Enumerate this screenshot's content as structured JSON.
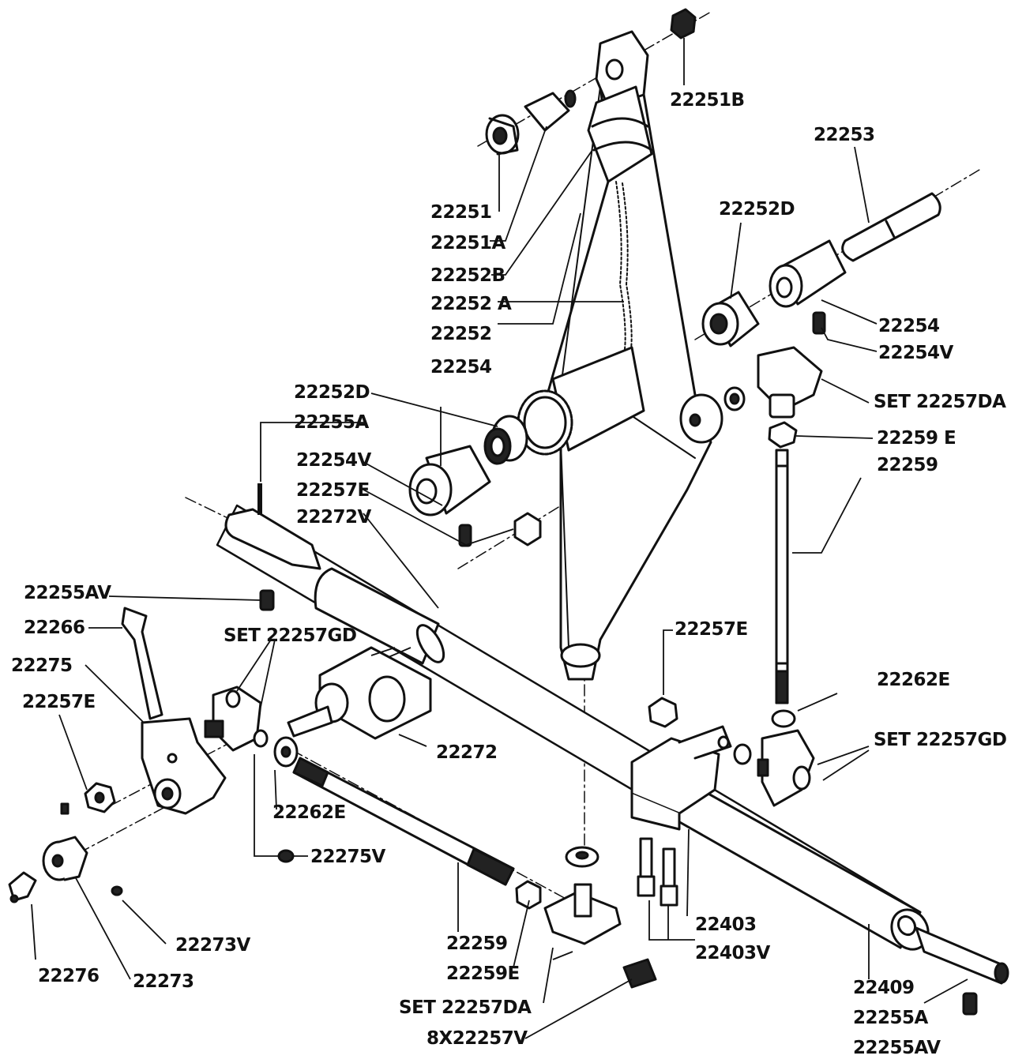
{
  "diagram": {
    "labels": {
      "p22251B": "22251B",
      "p22253": "22253",
      "p22252D_a": "22252D",
      "p22251": "22251",
      "p22251A": "22251A",
      "p22252B": "22252B",
      "p22252A": "22252 A",
      "p22252": "22252",
      "p22254_a": "22254",
      "p22254_b": "22254",
      "p22254V_a": "22254V",
      "p22252D_b": "22252D",
      "p22255A_top": "22255A",
      "set22257DA_a": "SET 22257DA",
      "p22259E_a": "22259 E",
      "p22259_a": "22259",
      "p22254V_b": "22254V",
      "p22257E_a": "22257E",
      "p22272V": "22272V",
      "p22255AV_a": "22255AV",
      "p22266": "22266",
      "set22257GD_a": "SET  22257GD",
      "p22275": "22275",
      "p22257E_b": "22257E",
      "p22257E_c": "22257E",
      "p22262E_a": "22262E",
      "set22257GD_b": "SET 22257GD",
      "p22272": "22272",
      "p22262E_b": "22262E",
      "p22275V": "22275V",
      "p22273V": "22273V",
      "p22276": "22276",
      "p22273": "22273",
      "p22259_b": "22259",
      "p22259E_b": "22259E",
      "set22257DA_b": "SET 22257DA",
      "p8x22257V": "8X22257V",
      "p22403": "22403",
      "p22403V": "22403V",
      "p22409": "22409",
      "p22255A_bot": "22255A",
      "p22255AV_b": "22255AV"
    }
  }
}
